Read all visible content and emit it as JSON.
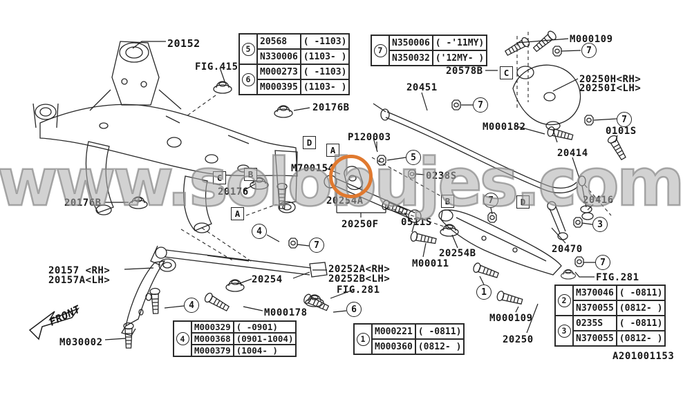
{
  "watermark": "www.solobujes.com",
  "highlight_color": "#e0792f",
  "nums": {
    "1": "1",
    "2": "2",
    "3": "3",
    "4": "4",
    "5": "5",
    "6": "6",
    "7": "7"
  },
  "letters": {
    "A": "A",
    "B": "B",
    "C": "C",
    "D": "D"
  },
  "labels": {
    "p20152": "20152",
    "fig415": "FIG.415",
    "p20176b_top": "20176B",
    "p20451": "20451",
    "p20578b": "20578B",
    "m000109_top": "M000109",
    "p20250h": "20250H<RH>",
    "p20250i": "20250I<LH>",
    "m000182": "M000182",
    "p0101s": "0101S",
    "p20414": "20414",
    "p20416": "20416",
    "p120003": "P120003",
    "m700154": "M700154",
    "p0238s": "0238S",
    "p20254a": "20254A",
    "p20250f": "20250F",
    "p0511s": "0511S",
    "p20176": "20176",
    "p20176b_left": "20176B",
    "p20157": "20157 <RH>",
    "p20157a": "20157A<LH>",
    "m030002": "M030002",
    "p20254": "20254",
    "p20252a": "20252A<RH>",
    "p20252b": "20252B<LH>",
    "fig281_center": "FIG.281",
    "m000178": "M000178",
    "m00011": "M00011",
    "p20254b": "20254B",
    "m000109_bottom": "M000109",
    "p20250": "20250",
    "p20470": "20470",
    "fig281_right": "FIG.281",
    "diagram_code": "A201001153",
    "front": "FRONT"
  },
  "tables": {
    "t56": {
      "groups": [
        {
          "num": "5",
          "rows": [
            {
              "part": "20568",
              "range": "( -1103)"
            },
            {
              "part": "N330006",
              "range": "(1103- )"
            }
          ]
        },
        {
          "num": "6",
          "rows": [
            {
              "part": "M000273",
              "range": "( -1103)"
            },
            {
              "part": "M000395",
              "range": "(1103- )"
            }
          ]
        }
      ]
    },
    "t7": {
      "groups": [
        {
          "num": "7",
          "rows": [
            {
              "part": "N350006",
              "range": "( -'11MY)"
            },
            {
              "part": "N350032",
              "range": "('12MY- )"
            }
          ]
        }
      ]
    },
    "t4": {
      "groups": [
        {
          "num": "4",
          "rows": [
            {
              "part": "M000329",
              "range": "( -0901)"
            },
            {
              "part": "M000368",
              "range": "(0901-1004)"
            },
            {
              "part": "M000379",
              "range": "(1004- )"
            }
          ]
        }
      ]
    },
    "t1": {
      "groups": [
        {
          "num": "1",
          "rows": [
            {
              "part": "M000221",
              "range": "( -0811)"
            },
            {
              "part": "M000360",
              "range": "(0812- )"
            }
          ]
        }
      ]
    },
    "t23": {
      "groups": [
        {
          "num": "2",
          "rows": [
            {
              "part": "M370046",
              "range": "( -0811)"
            },
            {
              "part": "N370055",
              "range": "(0812- )"
            }
          ]
        },
        {
          "num": "3",
          "rows": [
            {
              "part": "0235S",
              "range": "( -0811)"
            },
            {
              "part": "N370055",
              "range": "(0812- )"
            }
          ]
        }
      ]
    }
  }
}
